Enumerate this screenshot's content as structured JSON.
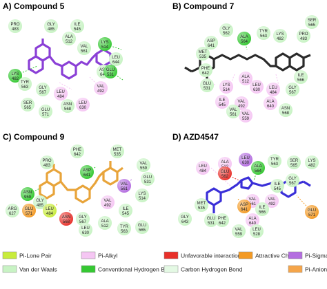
{
  "colors": {
    "pi_lone_pair": "#c8ec3c",
    "pi_alkyl": "#f5c6f3",
    "unfavorable": "#e8302a",
    "attractive_charge": "#f39a25",
    "pi_sigma": "#b46ee0",
    "van_der_waals": "#c8f3c4",
    "conventional_hbond": "#35c832",
    "carbon_hbond": "#e4f9e4",
    "pi_anion": "#f5a54a"
  },
  "legend": [
    {
      "key": "pi_lone_pair",
      "label": "Pi-Lone Pair"
    },
    {
      "key": "pi_alkyl",
      "label": "Pi-Alkyl"
    },
    {
      "key": "unfavorable",
      "label": "Unfavorable interaction"
    },
    {
      "key": "attractive_charge",
      "label": "Attractive Charge"
    },
    {
      "key": "pi_sigma",
      "label": "Pi-Sigma"
    },
    {
      "key": "van_der_waals",
      "label": "Van der Waals"
    },
    {
      "key": "conventional_hbond",
      "label": "Conventional Hydrogen Bond"
    },
    {
      "key": "carbon_hbond",
      "label": "Carbon Hydrogen Bond"
    },
    {
      "key": "pi_anion",
      "label": "Pi-Anion"
    }
  ],
  "panels": [
    {
      "title": "A) Compound 5",
      "ligand_color": "#8a3fd6",
      "residues": [
        {
          "name": "PRO",
          "num": "483",
          "type": "van_der_waals"
        },
        {
          "name": "GLY",
          "num": "485",
          "type": "van_der_waals"
        },
        {
          "name": "ILE",
          "num": "545",
          "type": "van_der_waals"
        },
        {
          "name": "ALA",
          "num": "512",
          "type": "van_der_waals"
        },
        {
          "name": "VAL",
          "num": "561",
          "type": "van_der_waals"
        },
        {
          "name": "LYS",
          "num": "514",
          "type": "conventional_hbond"
        },
        {
          "name": "LEU",
          "num": "644",
          "type": "van_der_waals"
        },
        {
          "name": "LYS",
          "num": "482",
          "type": "conventional_hbond"
        },
        {
          "name": "TYR",
          "num": "563",
          "type": "van_der_waals"
        },
        {
          "name": "GLY",
          "num": "567",
          "type": "van_der_waals"
        },
        {
          "name": "SER",
          "num": "565",
          "type": "van_der_waals"
        },
        {
          "name": "LEU",
          "num": "484",
          "type": "pi_alkyl"
        },
        {
          "name": "ASN",
          "num": "568",
          "type": "van_der_waals"
        },
        {
          "name": "LEU",
          "num": "630",
          "type": "pi_alkyl"
        },
        {
          "name": "VAL",
          "num": "492",
          "type": "pi_alkyl"
        },
        {
          "name": "ASP",
          "num": "641",
          "type": "van_der_waals"
        },
        {
          "name": "GLU",
          "num": "531",
          "type": "conventional_hbond"
        },
        {
          "name": "GLU",
          "num": "571",
          "type": "van_der_waals"
        }
      ]
    },
    {
      "title": "B) Compound 7",
      "ligand_color": "#2a2a2a",
      "residues": [
        {
          "name": "SER",
          "num": "565",
          "type": "van_der_waals"
        },
        {
          "name": "GLY",
          "num": "562",
          "type": "van_der_waals"
        },
        {
          "name": "ALA",
          "num": "564",
          "type": "conventional_hbond"
        },
        {
          "name": "TYR",
          "num": "563",
          "type": "van_der_waals"
        },
        {
          "name": "LYS",
          "num": "482",
          "type": "van_der_waals"
        },
        {
          "name": "PRO",
          "num": "483",
          "type": "van_der_waals"
        },
        {
          "name": "ASP",
          "num": "641",
          "type": "van_der_waals"
        },
        {
          "name": "MET",
          "num": "535",
          "type": "van_der_waals"
        },
        {
          "name": "PHE",
          "num": "642",
          "type": "van_der_waals"
        },
        {
          "name": "GLU",
          "num": "531",
          "type": "van_der_waals"
        },
        {
          "name": "ALA",
          "num": "512",
          "type": "pi_alkyl"
        },
        {
          "name": "LEU",
          "num": "630",
          "type": "pi_alkyl"
        },
        {
          "name": "LYS",
          "num": "514",
          "type": "pi_alkyl"
        },
        {
          "name": "ILE",
          "num": "545",
          "type": "pi_alkyl"
        },
        {
          "name": "VAL",
          "num": "492",
          "type": "pi_alkyl"
        },
        {
          "name": "VAL",
          "num": "559",
          "type": "pi_alkyl"
        },
        {
          "name": "VAL",
          "num": "561",
          "type": "van_der_waals"
        },
        {
          "name": "ALA",
          "num": "640",
          "type": "pi_alkyl"
        },
        {
          "name": "LEU",
          "num": "484",
          "type": "pi_alkyl"
        },
        {
          "name": "GLY",
          "num": "567",
          "type": "van_der_waals"
        },
        {
          "name": "ILE",
          "num": "566",
          "type": "van_der_waals"
        },
        {
          "name": "ASN",
          "num": "568",
          "type": "van_der_waals"
        }
      ]
    },
    {
      "title": "C) Compound 9",
      "ligand_color": "#e8a43a",
      "residues": [
        {
          "name": "PHE",
          "num": "642",
          "type": "van_der_waals"
        },
        {
          "name": "MET",
          "num": "535",
          "type": "van_der_waals"
        },
        {
          "name": "PRO",
          "num": "483",
          "type": "van_der_waals"
        },
        {
          "name": "ASP",
          "num": "641",
          "type": "conventional_hbond"
        },
        {
          "name": "VAL",
          "num": "559",
          "type": "van_der_waals"
        },
        {
          "name": "GLU",
          "num": "531",
          "type": "van_der_waals"
        },
        {
          "name": "VAL",
          "num": "561",
          "type": "pi_sigma"
        },
        {
          "name": "ASN",
          "num": "959",
          "type": "conventional_hbond"
        },
        {
          "name": "GLY",
          "num": "485",
          "type": "van_der_waals"
        },
        {
          "name": "LYS",
          "num": "514",
          "type": "van_der_waals"
        },
        {
          "name": "ARG",
          "num": "627",
          "type": "van_der_waals"
        },
        {
          "name": "GLU",
          "num": "571",
          "type": "attractive_charge"
        },
        {
          "name": "LEU",
          "num": "484",
          "type": "pi_lone_pair"
        },
        {
          "name": "VAL",
          "num": "492",
          "type": "pi_alkyl"
        },
        {
          "name": "ILE",
          "num": "545",
          "type": "van_der_waals"
        },
        {
          "name": "ASN",
          "num": "568",
          "type": "unfavorable"
        },
        {
          "name": "GLY",
          "num": "567",
          "type": "van_der_waals"
        },
        {
          "name": "LEU",
          "num": "630",
          "type": "van_der_waals"
        },
        {
          "name": "ALA",
          "num": "512",
          "type": "van_der_waals"
        },
        {
          "name": "TYR",
          "num": "563",
          "type": "van_der_waals"
        },
        {
          "name": "GLU",
          "num": "565",
          "type": "van_der_waals"
        }
      ]
    },
    {
      "title": "D) AZD4547",
      "ligand_color": "#3a2fd8",
      "residues": [
        {
          "name": "LEU",
          "num": "484",
          "type": "pi_alkyl"
        },
        {
          "name": "ALA",
          "num": "512",
          "type": "pi_alkyl"
        },
        {
          "name": "LEU",
          "num": "630",
          "type": "pi_sigma"
        },
        {
          "name": "ALA",
          "num": "564",
          "type": "conventional_hbond"
        },
        {
          "name": "TYR",
          "num": "563",
          "type": "van_der_waals"
        },
        {
          "name": "SER",
          "num": "565",
          "type": "van_der_waals"
        },
        {
          "name": "LYS",
          "num": "482",
          "type": "van_der_waals"
        },
        {
          "name": "GLU",
          "num": "562",
          "type": "unfavorable"
        },
        {
          "name": "ILE",
          "num": "545",
          "type": "van_der_waals"
        },
        {
          "name": "GLY",
          "num": "567",
          "type": "van_der_waals"
        },
        {
          "name": "VAL",
          "num": "561",
          "type": "pi_alkyl"
        },
        {
          "name": "VAL",
          "num": "492",
          "type": "pi_alkyl"
        },
        {
          "name": "MET",
          "num": "535",
          "type": "van_der_waals"
        },
        {
          "name": "GLY",
          "num": "643",
          "type": "van_der_waals"
        },
        {
          "name": "ILE",
          "num": "566",
          "type": "van_der_waals"
        },
        {
          "name": "GLU",
          "num": "531",
          "type": "van_der_waals"
        },
        {
          "name": "PHE",
          "num": "642",
          "type": "van_der_waals"
        },
        {
          "name": "ASP",
          "num": "641",
          "type": "attractive_charge"
        },
        {
          "name": "ALA",
          "num": "640",
          "type": "pi_alkyl"
        },
        {
          "name": "VAL",
          "num": "559",
          "type": "van_der_waals"
        },
        {
          "name": "LEU",
          "num": "528",
          "type": "van_der_waals"
        },
        {
          "name": "GLU",
          "num": "571",
          "type": "attractive_charge"
        }
      ]
    }
  ]
}
